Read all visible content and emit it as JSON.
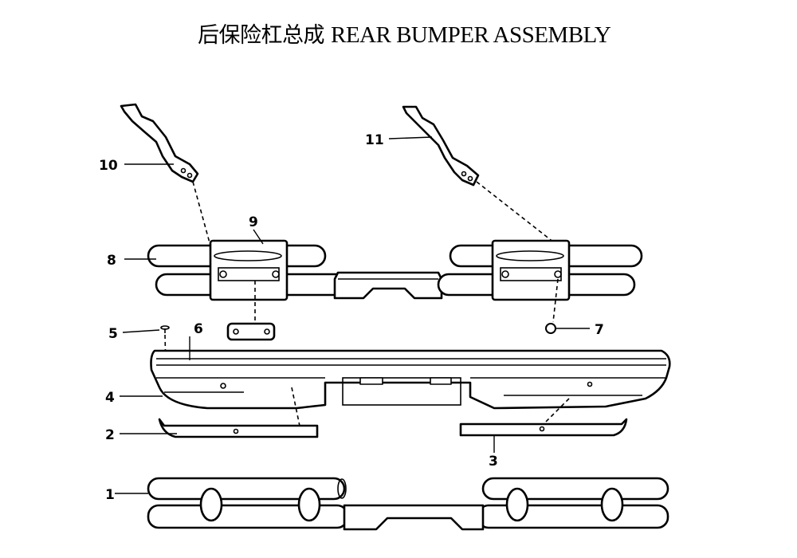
{
  "title": {
    "chinese": "后保险杠总成",
    "english": "REAR BUMPER ASSEMBLY"
  },
  "callouts": [
    {
      "id": "1"
    },
    {
      "id": "2"
    },
    {
      "id": "3"
    },
    {
      "id": "4"
    },
    {
      "id": "5"
    },
    {
      "id": "6"
    },
    {
      "id": "7"
    },
    {
      "id": "8"
    },
    {
      "id": "9"
    },
    {
      "id": "10"
    },
    {
      "id": "11"
    }
  ],
  "colors": {
    "line": "#000000",
    "background": "#ffffff"
  }
}
